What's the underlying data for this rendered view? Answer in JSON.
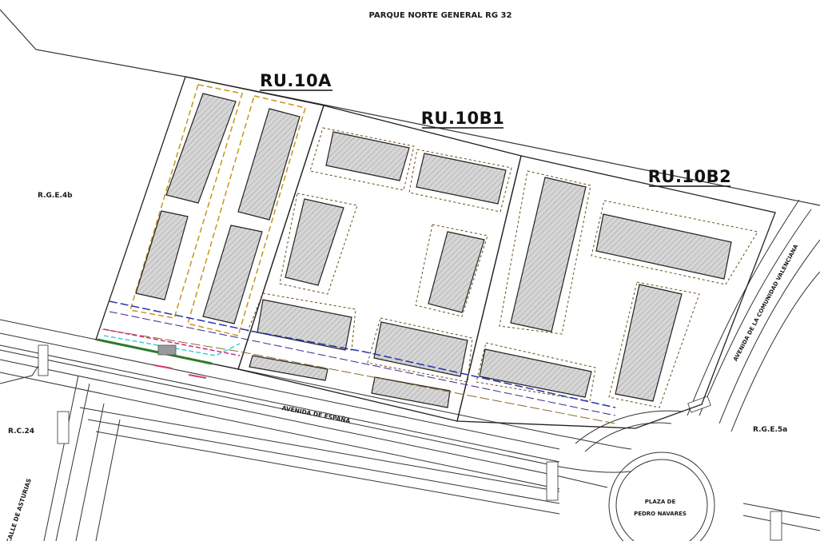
{
  "plan": {
    "title": "PARQUE NORTE GENERAL RG 32",
    "sectors": {
      "ru10a": "RU.10A",
      "ru10b1": "RU.10B1",
      "ru10b2": "RU.10B2"
    },
    "zones": {
      "rge4b": "R.G.E.4b",
      "rge5a": "R.G.E.5a",
      "rc24": "R.C.24"
    },
    "streets": {
      "avenida_espana": "AVENIDA DE ESPAÑA",
      "avenida_comunidad": "AVENIDA DE LA COMUNIDAD VALENCIANA",
      "calle_asturias": "CALLE DE ASTURIAS",
      "plaza_line1": "PLAZA DE",
      "plaza_line2": "PEDRO NAVARES"
    }
  }
}
